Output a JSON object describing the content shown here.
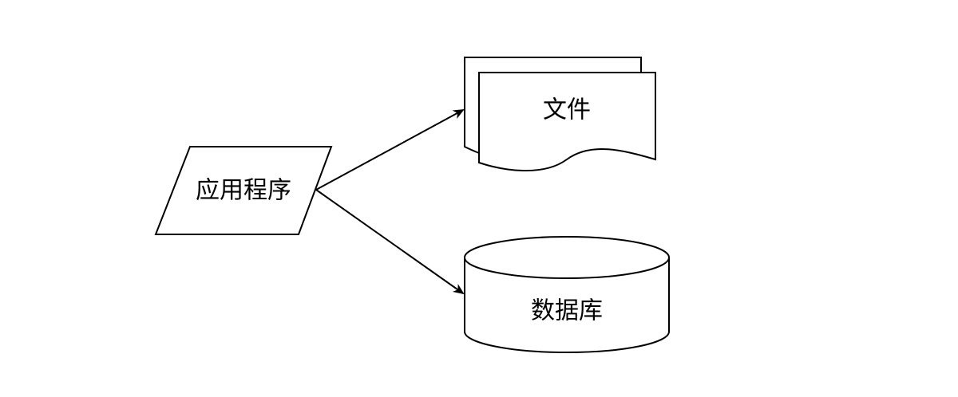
{
  "diagram": {
    "nodes": {
      "application": {
        "label": "应用程序",
        "shape": "parallelogram"
      },
      "files": {
        "label": "文件",
        "shape": "multi-document"
      },
      "database": {
        "label": "数据库",
        "shape": "cylinder"
      }
    },
    "edges": [
      {
        "from": "application",
        "to": "files",
        "arrow": "end"
      },
      {
        "from": "application",
        "to": "database",
        "arrow": "end"
      }
    ]
  }
}
